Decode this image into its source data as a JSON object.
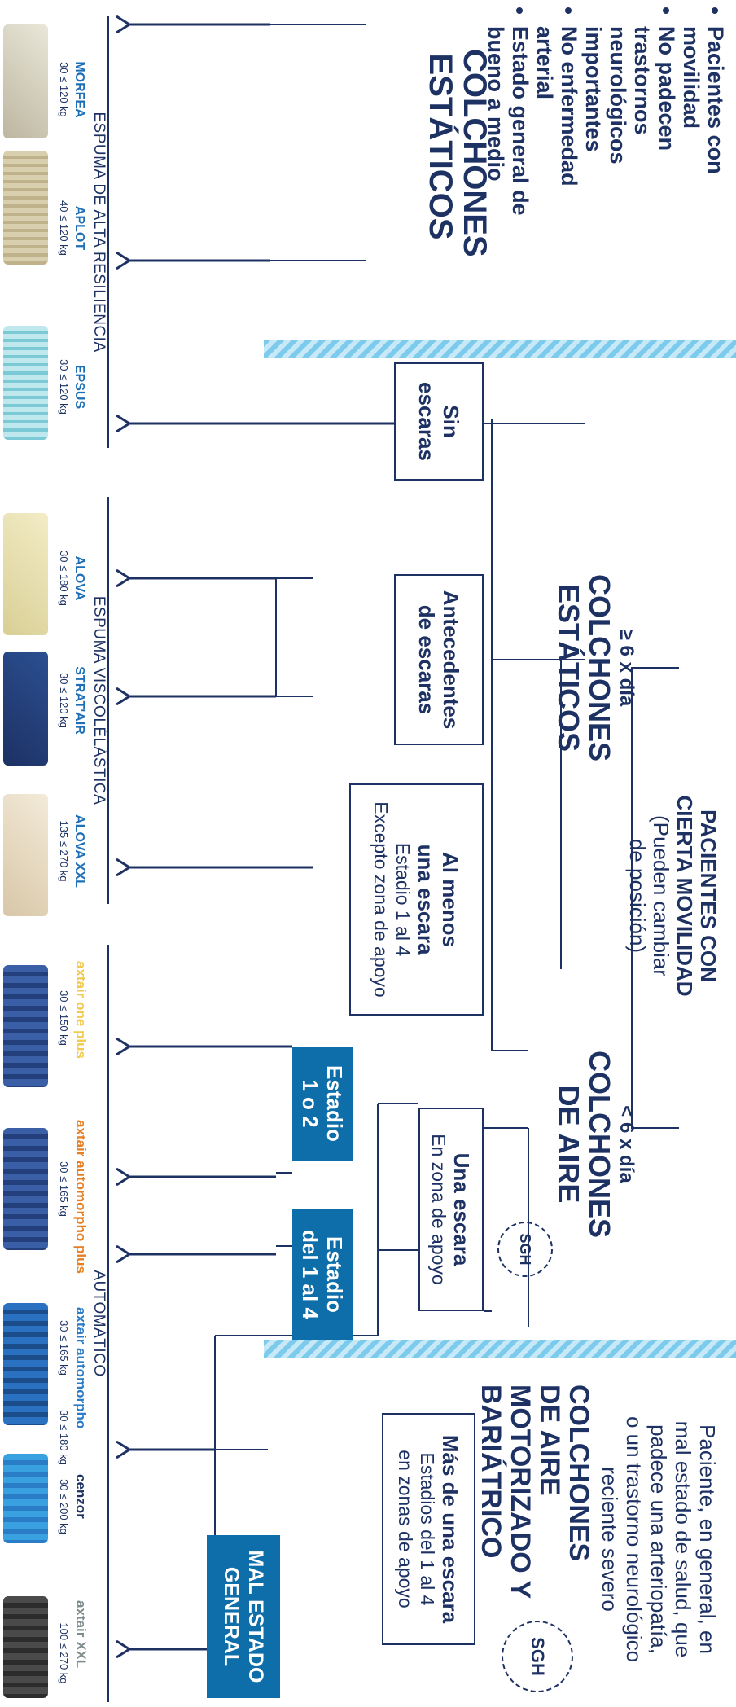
{
  "colors": {
    "navy": "#1d3163",
    "blue": "#0e6ea9",
    "stripe": "#7ccbec"
  },
  "left_section": {
    "criteria": [
      "Pacientes con movilidad",
      "No padecen trastornos neurológicos importantes",
      "No enfermedad arterial",
      "Estado general de bueno a medio"
    ],
    "title_line1": "COLCHONES",
    "title_line2": "ESTÁTICOS"
  },
  "middle_section": {
    "patients_lines": [
      "PACIENTES CON",
      "CIERTA MOVILIDAD"
    ],
    "patients_note_lines": [
      "(Pueden cambiar",
      "de posición)"
    ],
    "static_branch": {
      "freq": "≥ 6 x día",
      "title_line1": "COLCHONES",
      "title_line2": "ESTÁTICOS"
    },
    "air_branch": {
      "freq": "< 6 x día",
      "title_line1": "COLCHONES",
      "title_line2": "DE AIRE"
    },
    "box_sin": [
      "Sin",
      "escaras"
    ],
    "box_antecedentes": [
      "Antecedentes",
      "de escaras"
    ],
    "box_almenos": {
      "line1": "Al menos",
      "line2": "una escara",
      "line3": "Estadio 1 al 4",
      "line4": "Excepto zona de apoyo"
    },
    "box_unaescara": {
      "line1": "Una escara",
      "line2": "En zona de apoyo"
    },
    "box_estadio12": [
      "Estadio",
      "1 o 2"
    ],
    "box_estadio14": [
      "Estadio",
      "del 1 al 4"
    ]
  },
  "right_section": {
    "description_lines": [
      "Paciente, en general, en",
      "mal estado de salud, que",
      "padece una arteriopatía,",
      "o un trastorno neurológico",
      "reciente severo"
    ],
    "title_lines": [
      "COLCHONES",
      "DE AIRE",
      "MOTORIZADO Y",
      "BARIÁTRICO"
    ],
    "box_mas": {
      "line1": "Más de una escara",
      "line2": "Estadios del 1 al 4",
      "line3": "en zonas de apoyo"
    },
    "box_mal": [
      "MAL ESTADO",
      "GENERAL"
    ]
  },
  "logo_text": "SGH",
  "categories": {
    "alta": "ESPUMA DE ALTA RESILIENCIA",
    "visco": "ESPUMA VISCOLÉLÁSTICA",
    "auto": "AUTOMÁTICO"
  },
  "products": {
    "morfea": {
      "name": "MORFEA",
      "cap": "30 ≤ 120 kg"
    },
    "aplot": {
      "name": "APLOT",
      "cap": "40 ≤ 120 kg"
    },
    "epsus": {
      "name": "EPSUS",
      "cap": "30 ≤ 120 kg"
    },
    "alova": {
      "name": "ALOVA",
      "cap": "30 ≤ 180 kg"
    },
    "stratair": {
      "name": "STRAT'AIR",
      "cap": "30 ≤ 120 kg"
    },
    "alovaxxl": {
      "name": "ALOVA XXL",
      "cap": "135 ≤ 270 kg"
    },
    "oneplus": {
      "name": "axtair one plus",
      "cap": "30 ≤ 150 kg"
    },
    "automorphoplus": {
      "name": "axtair automorpho plus",
      "cap": "30 ≤ 165 kg"
    },
    "automorpho": {
      "name": "axtair automorpho",
      "cap": "30 ≤ 165 kg"
    },
    "cenzor": {
      "name": "cenzor",
      "cap1": "30 ≤ 180 kg",
      "cap2": "30 ≤ 200 kg"
    },
    "xxl": {
      "name": "axtair XXL",
      "cap": "100 ≤ 270 kg"
    }
  }
}
